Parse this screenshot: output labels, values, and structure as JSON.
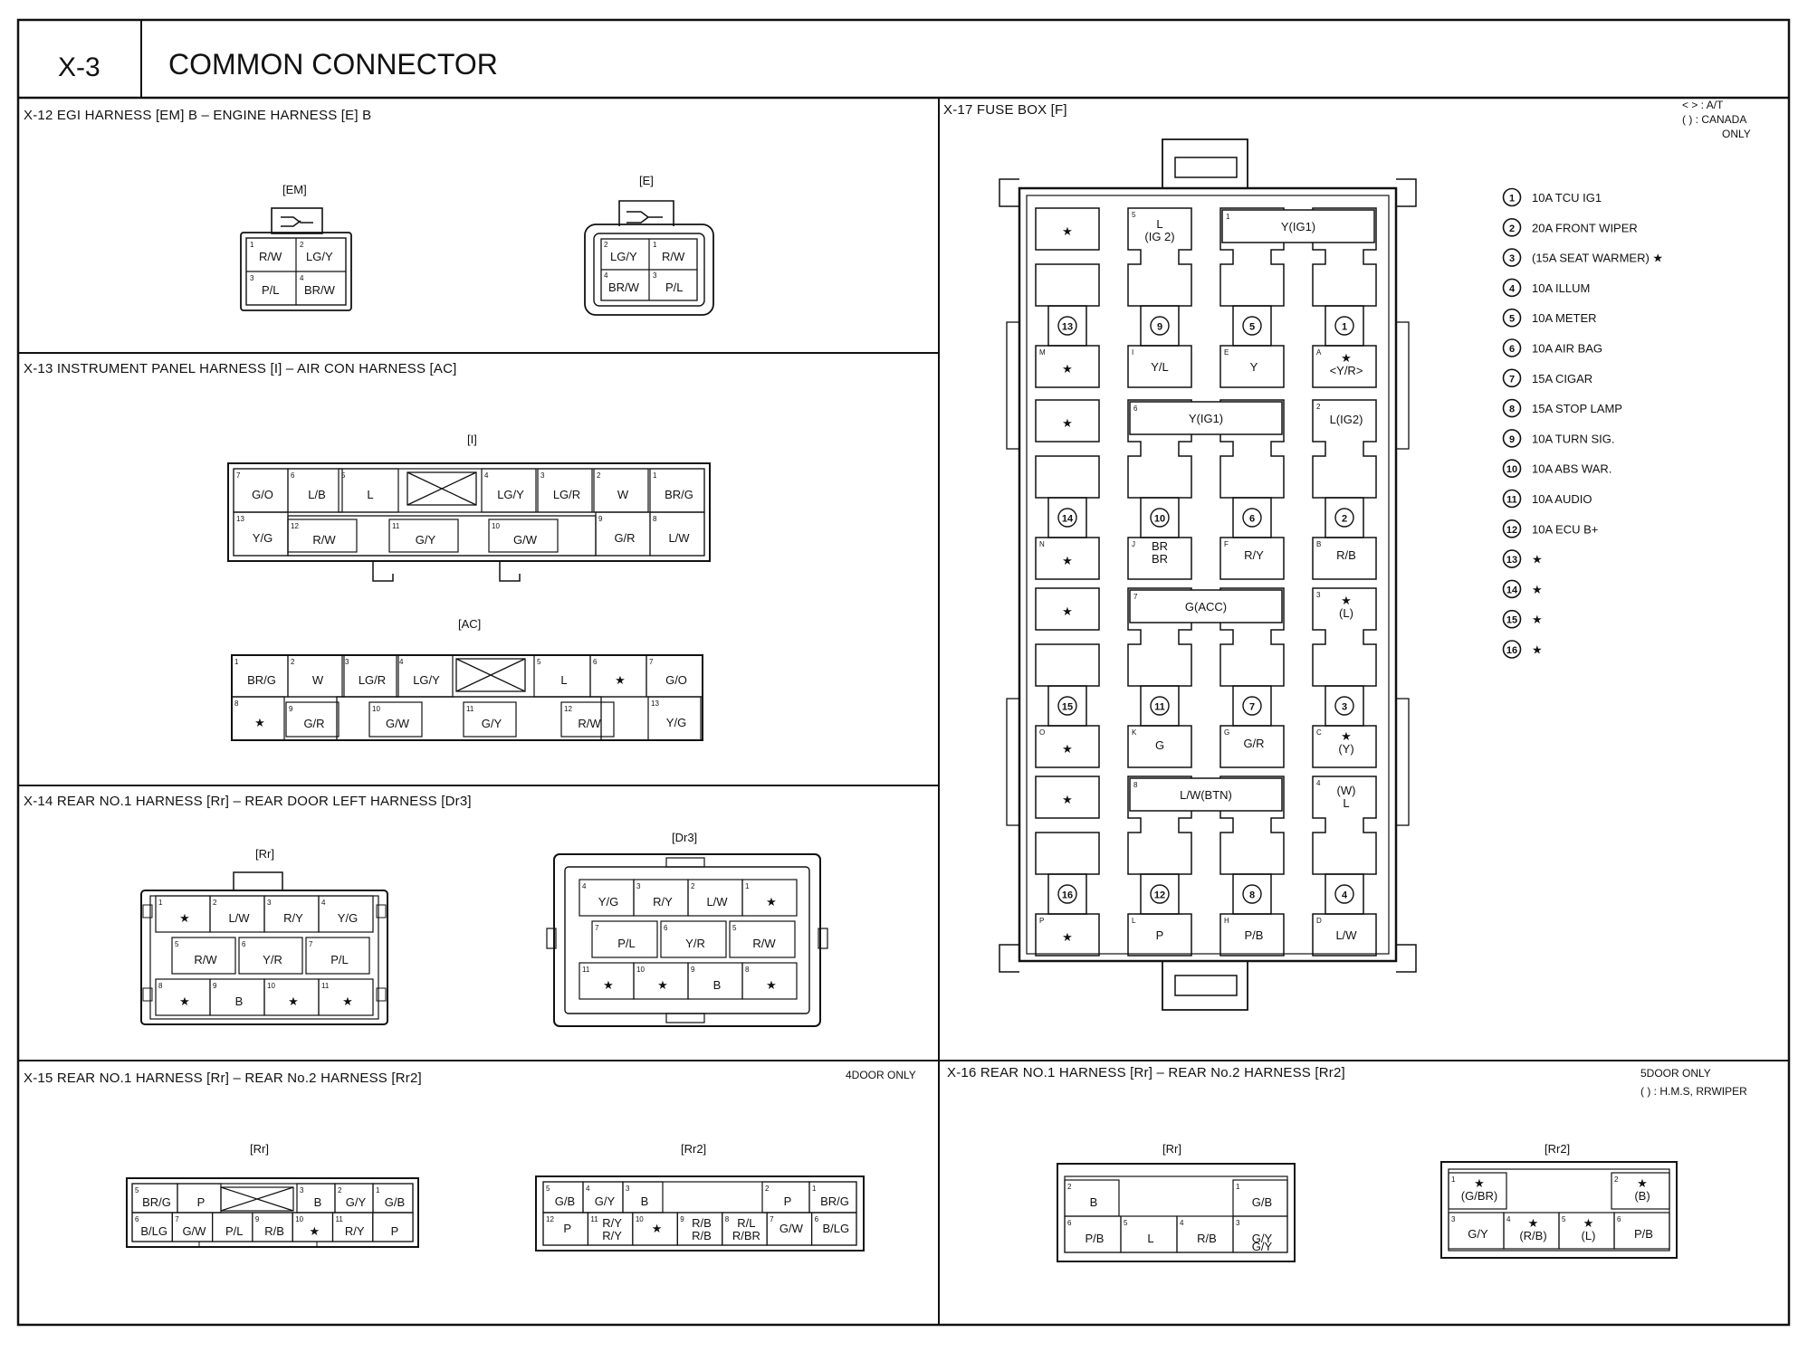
{
  "header": {
    "code": "X-3",
    "title": "COMMON CONNECTOR"
  },
  "sections": {
    "x12": {
      "title": "X-12 EGI HARNESS [EM] B – ENGINE HARNESS [E] B",
      "em": {
        "label": "[EM]",
        "pins": [
          {
            "n": "1",
            "t": "R/W"
          },
          {
            "n": "2",
            "t": "LG/Y"
          },
          {
            "n": "3",
            "t": "P/L"
          },
          {
            "n": "4",
            "t": "BR/W"
          }
        ]
      },
      "e": {
        "label": "[E]",
        "pins": [
          {
            "n": "2",
            "t": "LG/Y"
          },
          {
            "n": "1",
            "t": "R/W"
          },
          {
            "n": "4",
            "t": "BR/W"
          },
          {
            "n": "3",
            "t": "P/L"
          }
        ]
      }
    },
    "x13": {
      "title": "X-13 INSTRUMENT PANEL HARNESS [I] – AIR CON HARNESS [AC]",
      "i": {
        "label": "[I]",
        "top": [
          {
            "n": "7",
            "t": "G/O"
          },
          {
            "n": "6",
            "t": "L/B"
          },
          {
            "n": "5",
            "t": "L"
          },
          {
            "n": "",
            "t": ""
          },
          {
            "n": "4",
            "t": "LG/Y"
          },
          {
            "n": "3",
            "t": "LG/R"
          },
          {
            "n": "2",
            "t": "W"
          },
          {
            "n": "1",
            "t": "BR/G"
          }
        ],
        "bottom": [
          {
            "n": "13",
            "t": "Y/G"
          },
          {
            "n": "12",
            "t": "R/W"
          },
          {
            "n": "11",
            "t": "G/Y"
          },
          {
            "n": "10",
            "t": "G/W"
          },
          {
            "n": "9",
            "t": "G/R"
          },
          {
            "n": "8",
            "t": "L/W"
          }
        ]
      },
      "ac": {
        "label": "[AC]",
        "top": [
          {
            "n": "1",
            "t": "BR/G"
          },
          {
            "n": "2",
            "t": "W"
          },
          {
            "n": "3",
            "t": "LG/R"
          },
          {
            "n": "4",
            "t": "LG/Y"
          },
          {
            "n": "",
            "t": ""
          },
          {
            "n": "5",
            "t": "L"
          },
          {
            "n": "6",
            "t": "★"
          },
          {
            "n": "7",
            "t": "G/O"
          }
        ],
        "bottom": [
          {
            "n": "8",
            "t": "★"
          },
          {
            "n": "9",
            "t": "G/R"
          },
          {
            "n": "10",
            "t": "G/W"
          },
          {
            "n": "11",
            "t": "G/Y"
          },
          {
            "n": "12",
            "t": "R/W"
          },
          {
            "n": "13",
            "t": "Y/G"
          }
        ]
      }
    },
    "x14": {
      "title": "X-14 REAR NO.1 HARNESS [Rr] – REAR DOOR LEFT HARNESS [Dr3]",
      "rr": {
        "label": "[Rr]",
        "r1": [
          {
            "n": "1",
            "t": "★"
          },
          {
            "n": "2",
            "t": "L/W"
          },
          {
            "n": "3",
            "t": "R/Y"
          },
          {
            "n": "4",
            "t": "Y/G"
          }
        ],
        "r2": [
          {
            "n": "5",
            "t": "R/W"
          },
          {
            "n": "6",
            "t": "Y/R"
          },
          {
            "n": "7",
            "t": "P/L"
          }
        ],
        "r3": [
          {
            "n": "8",
            "t": "★"
          },
          {
            "n": "9",
            "t": "B"
          },
          {
            "n": "10",
            "t": "★"
          },
          {
            "n": "11",
            "t": "★"
          }
        ]
      },
      "dr3": {
        "label": "[Dr3]",
        "r1": [
          {
            "n": "4",
            "t": "Y/G"
          },
          {
            "n": "3",
            "t": "R/Y"
          },
          {
            "n": "2",
            "t": "L/W"
          },
          {
            "n": "1",
            "t": "★"
          }
        ],
        "r2": [
          {
            "n": "7",
            "t": "P/L"
          },
          {
            "n": "6",
            "t": "Y/R"
          },
          {
            "n": "5",
            "t": "R/W"
          }
        ],
        "r3": [
          {
            "n": "11",
            "t": "★"
          },
          {
            "n": "10",
            "t": "★"
          },
          {
            "n": "9",
            "t": "B"
          },
          {
            "n": "8",
            "t": "★"
          }
        ]
      }
    },
    "x15": {
      "title": "X-15 REAR NO.1 HARNESS [Rr] – REAR No.2 HARNESS [Rr2]",
      "note": "4DOOR ONLY",
      "rr": {
        "label": "[Rr]",
        "top": [
          {
            "n": "5",
            "t": "BR/G"
          },
          {
            "n": "",
            "t": "P"
          },
          {
            "n": "",
            "t": ""
          },
          {
            "n": "3",
            "t": "B"
          },
          {
            "n": "2",
            "t": "G/Y"
          },
          {
            "n": "1",
            "t": "G/B"
          }
        ],
        "bottom": [
          {
            "n": "6",
            "t": "B/LG"
          },
          {
            "n": "7",
            "t": "G/W"
          },
          {
            "n": "",
            "t": "P/L"
          },
          {
            "n": "9",
            "t": "R/B"
          },
          {
            "n": "10",
            "t": "★"
          },
          {
            "n": "11",
            "t": "R/Y"
          },
          {
            "n": "",
            "t": "P"
          }
        ]
      },
      "rr2": {
        "label": "[Rr2]",
        "top": [
          {
            "n": "5",
            "t": "G/B"
          },
          {
            "n": "4",
            "t": "G/Y"
          },
          {
            "n": "3",
            "t": "B"
          },
          {
            "n": "2",
            "t": "P"
          },
          {
            "n": "1",
            "t": "BR/G"
          }
        ],
        "bottom": [
          {
            "n": "12",
            "t": "P"
          },
          {
            "n": "11",
            "t": "R/Y"
          },
          {
            "n": "10",
            "t": "★"
          },
          {
            "n": "9",
            "t": "R/B"
          },
          {
            "n": "8",
            "t": "R/L"
          },
          {
            "n": "7",
            "t": "G/W"
          },
          {
            "n": "6",
            "t": "B/LG"
          }
        ],
        "bottom2": [
          "R/Y",
          "R/B",
          "R/BR"
        ]
      }
    },
    "x16": {
      "title": "X-16 REAR NO.1 HARNESS [Rr] – REAR No.2 HARNESS [Rr2]",
      "note": "5DOOR ONLY",
      "note2": "(     ) : H.M.S, RRWIPER",
      "rr": {
        "label": "[Rr]",
        "top": [
          {
            "n": "2",
            "t": "B"
          },
          {
            "n": "1",
            "t": "G/B"
          }
        ],
        "bottom": [
          {
            "n": "6",
            "t": "P/B"
          },
          {
            "n": "5",
            "t": "L"
          },
          {
            "n": "4",
            "t": "R/B"
          },
          {
            "n": "3",
            "t": "G/Y"
          }
        ],
        "extra": "G/Y"
      },
      "rr2": {
        "label": "[Rr2]",
        "top": [
          {
            "n": "1",
            "t": "★",
            "s": "(G/BR)"
          },
          {
            "n": "2",
            "t": "★",
            "s": "(B)"
          }
        ],
        "bottom": [
          {
            "n": "3",
            "t": "G/Y"
          },
          {
            "n": "4",
            "t": "★",
            "s": "(R/B)"
          },
          {
            "n": "5",
            "t": "★",
            "s": "(L)"
          },
          {
            "n": "6",
            "t": "P/B"
          }
        ]
      }
    },
    "x17": {
      "title": "X-17 FUSE BOX [F]",
      "notes": [
        "<    > : A/T",
        "(    ) : CANADA",
        "ONLY"
      ],
      "legend": [
        {
          "n": "1",
          "t": "10A TCU IG1"
        },
        {
          "n": "2",
          "t": "20A FRONT WIPER"
        },
        {
          "n": "3",
          "t": "(15A SEAT WARMER) ★"
        },
        {
          "n": "4",
          "t": "10A ILLUM"
        },
        {
          "n": "5",
          "t": "10A METER"
        },
        {
          "n": "6",
          "t": "10A AIR BAG"
        },
        {
          "n": "7",
          "t": "15A CIGAR"
        },
        {
          "n": "8",
          "t": "15A STOP LAMP"
        },
        {
          "n": "9",
          "t": "10A TURN SIG."
        },
        {
          "n": "10",
          "t": "10A ABS WAR."
        },
        {
          "n": "11",
          "t": "10A AUDIO"
        },
        {
          "n": "12",
          "t": "10A ECU B+"
        },
        {
          "n": "13",
          "t": "★"
        },
        {
          "n": "14",
          "t": "★"
        },
        {
          "n": "15",
          "t": "★"
        },
        {
          "n": "16",
          "t": "★"
        }
      ],
      "fusebox": {
        "star": "★",
        "top_wires": [
          "L",
          "(IG 2)",
          "Y(IG1)",
          "Y(IG1)",
          "L(IG2)",
          "G(ACC)",
          "★",
          "(L)",
          "L/W(BTN)",
          "(W)",
          "L"
        ],
        "top_pins": [
          "5",
          "1",
          "6",
          "2",
          "7",
          "3",
          "8",
          "4"
        ],
        "mid_fuses": [
          "13",
          "9",
          "5",
          "1",
          "14",
          "10",
          "6",
          "2",
          "15",
          "11",
          "7",
          "3",
          "16",
          "12",
          "8",
          "4"
        ],
        "bottom_letters": [
          "M",
          "I",
          "E",
          "A",
          "N",
          "J",
          "F",
          "B",
          "O",
          "K",
          "G",
          "C",
          "P",
          "L",
          "H",
          "D"
        ],
        "bottom_wires": [
          "★",
          "Y/L",
          "Y",
          "★",
          "<Y/R>",
          "★",
          "BR",
          "BR",
          "R/Y",
          "R/B",
          "★",
          "G",
          "G/R",
          "★",
          "(Y)",
          "★",
          "P",
          "P/B",
          "L/W"
        ]
      }
    }
  }
}
